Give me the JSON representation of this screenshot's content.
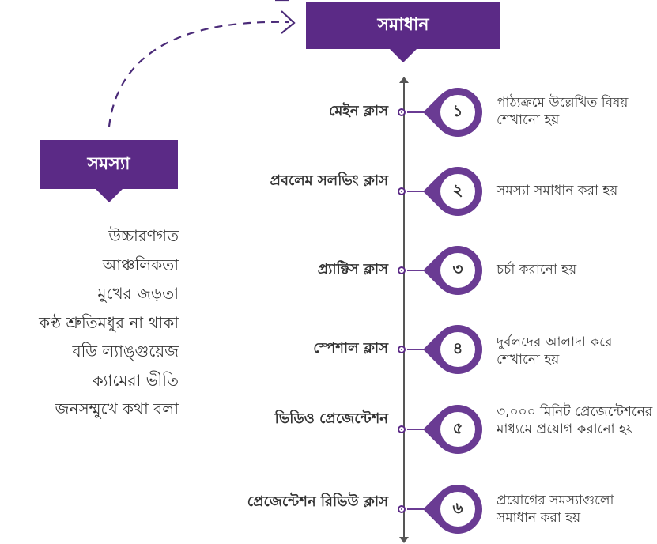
{
  "solution": {
    "title": "সমাধান"
  },
  "problem": {
    "title": "সমস্যা",
    "items": [
      "উচ্চারণগত",
      "আঞ্চলিকতা",
      "মুখের জড়তা",
      "কণ্ঠ শ্রুতিমধুর না থাকা",
      "বডি ল্যাঙ্গুয়েজ",
      "ক্যামেরা ভীতি",
      "জনসম্মুখে কথা বলা"
    ]
  },
  "steps": [
    {
      "number": "১",
      "label": "মেইন ক্লাস",
      "description": "পাঠ্যক্রমে উল্লেখিত বিষয় শেখানো হয়"
    },
    {
      "number": "২",
      "label": "প্রবলেম সলভিং ক্লাস",
      "description": "সমস্যা সমাধান করা হয়"
    },
    {
      "number": "৩",
      "label": "প্র্যাক্টিস ক্লাস",
      "description": "চর্চা করানো হয়"
    },
    {
      "number": "৪",
      "label": "স্পেশাল ক্লাস",
      "description": "দুর্বলদের আলাদা করে শেখানো হয়"
    },
    {
      "number": "৫",
      "label": "ভিডিও প্রেজেন্টেশন",
      "description": "৩,০০০ মিনিট প্রেজেন্টেশনের মাধ্যমে প্রয়োগ করানো হয়"
    },
    {
      "number": "৬",
      "label": "প্রেজেন্টেশন রিভিউ ক্লাস",
      "description": "প্রয়োগের সমস্যাগুলো সমাধান করা হয়"
    }
  ],
  "colors": {
    "accent": "#5b2a86",
    "pin": "#6a3b93",
    "line": "#555555"
  }
}
